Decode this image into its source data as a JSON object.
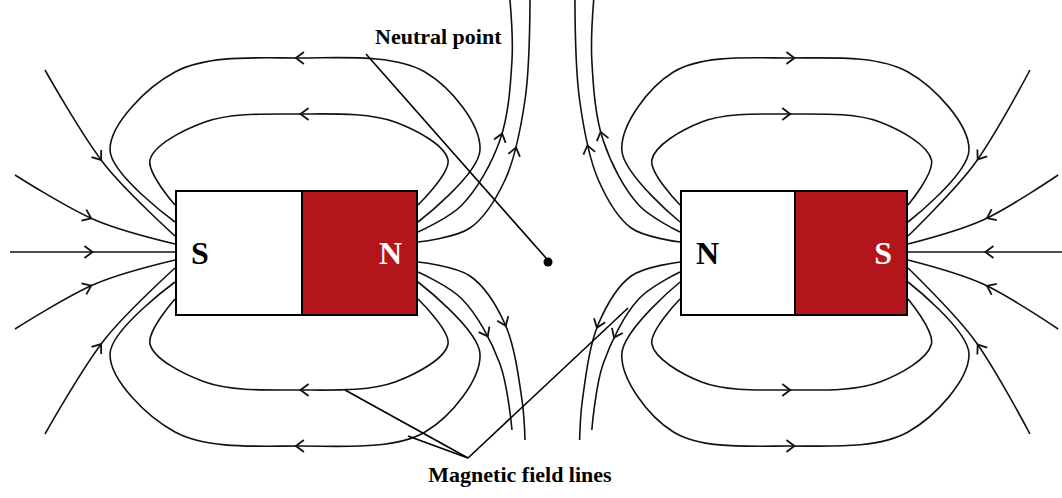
{
  "diagram": {
    "nodes": [
      {
        "text": [
          "S"
        ]
      },
      {
        "text": [
          "N"
        ]
      },
      {
        "text": [
          "N"
        ]
      },
      {
        "text": [
          "S"
        ]
      }
    ],
    "labels": [
      "Neutral point",
      "Magnetic field lines"
    ]
  }
}
